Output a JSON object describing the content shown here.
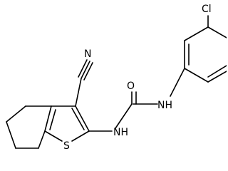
{
  "atoms": {
    "cl": "Cl",
    "n_nitrile": "N",
    "o": "O",
    "nh_right": "NH",
    "nh_left": "NH",
    "s": "S"
  }
}
